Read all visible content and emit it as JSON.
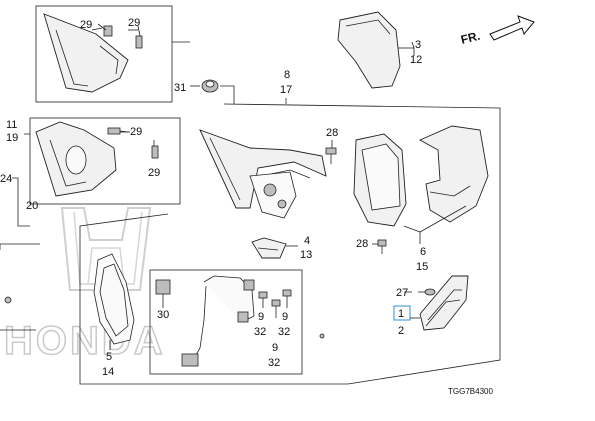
{
  "diagram": {
    "direction_label": "FR.",
    "diagram_code": "TGG7B4300",
    "watermark": "HONDA",
    "callouts": {
      "c29a": "29",
      "c29b": "29",
      "c3": "3",
      "c12": "12",
      "c31": "31",
      "c8": "8",
      "c17": "17",
      "c11": "11",
      "c19": "19",
      "c29c": "29",
      "c29d": "29",
      "c28a": "28",
      "c24": "24",
      "c20": "20",
      "c4": "4",
      "c13": "13",
      "c28b": "28",
      "c6": "6",
      "c15": "15",
      "c27": "27",
      "c1": "1",
      "c2": "2",
      "c30": "30",
      "c9a": "9",
      "c32a": "32",
      "c9b": "9",
      "c32b": "32",
      "c9c": "9",
      "c32c": "32",
      "c5": "5",
      "c14": "14"
    }
  }
}
